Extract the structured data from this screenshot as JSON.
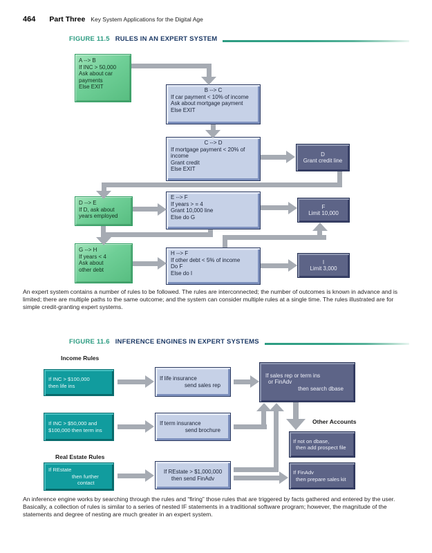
{
  "header": {
    "page_number": "464",
    "part": "Part Three",
    "subtitle": "Key System Applications for the Digital Age"
  },
  "colors": {
    "teal_accent": "#2d9c82",
    "navy_title": "#1d3a66",
    "green_box": "#6fcf97",
    "blue_box": "#c6d1e7",
    "dark_box": "#5d6487",
    "teal_box": "#119c9e",
    "arrow_gray": "#a6abb3"
  },
  "f115": {
    "label": "FIGURE 11.5",
    "title": "RULES IN AN EXPERT SYSTEM",
    "boxes": {
      "a": {
        "l1": "A --> B",
        "l2": "If INC > 50,000",
        "l3": "Ask about car",
        "l4": "payments",
        "l5": "Else EXIT"
      },
      "b": {
        "l1": "B --> C",
        "l2": "If car payment < 10% of income",
        "l3": "Ask about mortgage payment",
        "l4": "Else EXIT"
      },
      "c": {
        "l1": "C --> D",
        "l2": "If mortgage payment < 20% of",
        "l3": "income",
        "l4": "Grant credit",
        "l5": "Else EXIT"
      },
      "d": {
        "l1": "D",
        "l2": "Grant credit line"
      },
      "de": {
        "l1": "D --> E",
        "l2": "If D, ask about",
        "l3": "years employed"
      },
      "ef": {
        "l1": "E --> F",
        "l2": "If years > = 4",
        "l3": "Grant 10,000 line",
        "l4": "Else do G"
      },
      "f": {
        "l1": "F",
        "l2": "Limit 10,000"
      },
      "gh": {
        "l1": "G --> H",
        "l2": "If years < 4",
        "l3": "Ask about",
        "l4": "other debt"
      },
      "hf": {
        "l1": "H --> F",
        "l2": "If other debt < 5% of income",
        "l3": "Do F",
        "l4": "Else do I"
      },
      "i": {
        "l1": "I",
        "l2": "Limit 3,000"
      }
    },
    "caption": "An expert system contains a number of rules to be followed. The rules are interconnected; the number of outcomes is known in advance and is limited; there are multiple paths to the same outcome; and the system can consider multiple rules at a single time. The rules illustrated are for simple credit-granting expert systems."
  },
  "f116": {
    "label": "FIGURE 11.6",
    "title": "INFERENCE ENGINES IN EXPERT SYSTEMS",
    "group_income": "Income Rules",
    "group_other": "Other Accounts",
    "group_realestate": "Real Estate Rules",
    "boxes": {
      "inc100": {
        "l1": "If INC > $100,000",
        "l2": "then life ins"
      },
      "lifeins": {
        "l1": "If life insurance",
        "l2": "send sales rep"
      },
      "search": {
        "l1": "If sales rep or term ins",
        "l2": "or FinAdv",
        "l3": "then search dbase"
      },
      "inc50": {
        "l1": "If INC > $50,000 and",
        "l2": "$100,000 then term ins"
      },
      "termins": {
        "l1": "If term insurance",
        "l2": "send brochure"
      },
      "notdbase": {
        "l1": "If not on dbase,",
        "l2": "then add prospect file"
      },
      "restate": {
        "l1": "If REstate",
        "l2": "then further",
        "l3": "contact"
      },
      "restate1m": {
        "l1": "If REstate > $1,000,000",
        "l2": "then send FinAdv"
      },
      "finadv": {
        "l1": "If FinAdv",
        "l2": "then prepare sales kit"
      }
    },
    "caption": "An inference engine works by searching through the rules and “firing” those rules that are triggered by facts gathered and entered by the user. Basically, a collection of rules is similar to a series of nested IF statements in a traditional software program; however, the magnitude of the statements and degree of nesting are much greater in an expert system."
  }
}
